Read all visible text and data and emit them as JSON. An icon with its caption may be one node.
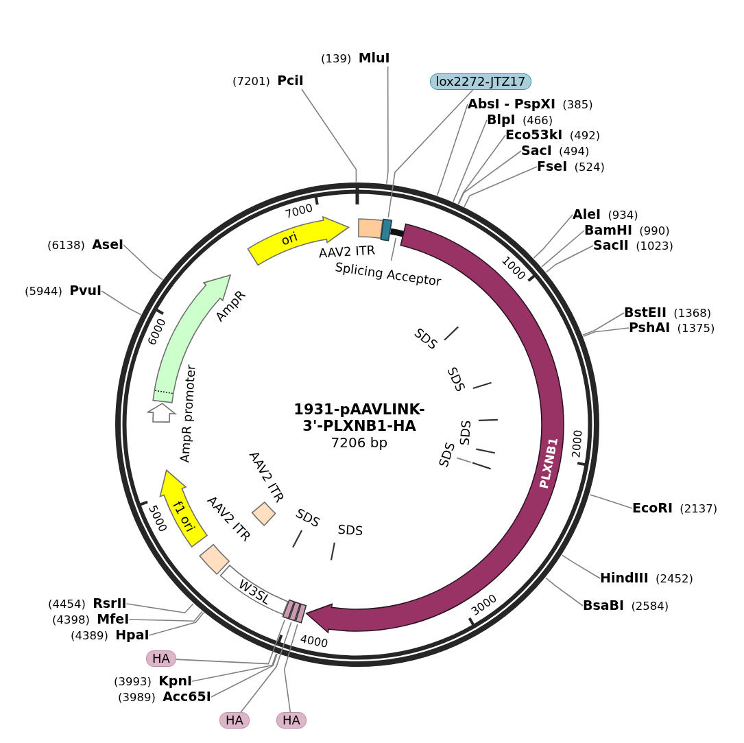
{
  "diagram": {
    "title": "1931-pAAVLINK-3'-PLXNB1-HA",
    "nodes": [
      {
        "text": [
          "(7201) **PciI**"
        ]
      },
      {
        "text": [
          "(139) **MluI**"
        ]
      },
      {
        "text": [
          "lox2272-JTZ17"
        ]
      },
      {
        "text": [
          "**AbsI - PspXI** (385)"
        ]
      },
      {
        "text": [
          "**BlpI** (466)"
        ]
      },
      {
        "text": [
          "**Eco53kI** (492)"
        ]
      },
      {
        "text": [
          "**SacI** (494)"
        ]
      },
      {
        "text": [
          "**FseI** (524)"
        ]
      },
      {
        "text": [
          "**AleI** (934)"
        ]
      },
      {
        "text": [
          "**BamHI** (990)"
        ]
      },
      {
        "text": [
          "**SacII** (1023)"
        ]
      },
      {
        "text": [
          "**BstEII** (1368)"
        ]
      },
      {
        "text": [
          "**PshAI** (1375)"
        ]
      },
      {
        "text": [
          "**EcoRI** (2137)"
        ]
      },
      {
        "text": [
          "**HindIII** (2452)"
        ]
      },
      {
        "text": [
          "**BsaBI** (2584)"
        ]
      },
      {
        "text": [
          "HA"
        ]
      },
      {
        "text": [
          "HA"
        ]
      },
      {
        "text": [
          "(3989) **Acc65I**"
        ]
      },
      {
        "text": [
          "(3993) **KpnI**"
        ]
      },
      {
        "text": [
          "HA"
        ]
      },
      {
        "text": [
          "(4389) **HpaI**"
        ]
      },
      {
        "text": [
          "(4398) **MfeI**"
        ]
      },
      {
        "text": [
          "(4454) **RsrII**"
        ]
      },
      {
        "text": [
          "(5944) **PvuI**"
        ]
      },
      {
        "text": [
          "(6138) **AseI**"
        ]
      },
      {
        "text": [
          "ori"
        ]
      },
      {
        "text": [
          "AAV2 ITR"
        ]
      },
      {
        "text": [],
        "shape": "box"
      },
      {
        "text": [],
        "shape": "bar"
      },
      {
        "text": [
          "Splicing Acceptor"
        ]
      },
      {
        "text": [
          "PLXNB1"
        ]
      },
      {
        "text": [
          "SDS"
        ]
      },
      {
        "text": [
          "SDS"
        ]
      },
      {
        "text": [
          "SDS"
        ]
      },
      {
        "text": [],
        "shape": "bar"
      },
      {
        "text": [
          "SDS"
        ]
      },
      {
        "text": [],
        "shape": "bar"
      },
      {
        "text": [
          "SDS"
        ]
      },
      {
        "text": [
          "SDS"
        ]
      },
      {
        "text": [],
        "shape": "box"
      },
      {
        "text": [],
        "shape": "box"
      },
      {
        "text": [],
        "shape": "box"
      },
      {
        "text": [
          "W3SL"
        ]
      },
      {
        "text": [
          "AAV2 ITR"
        ]
      },
      {
        "text": [
          "f1 ori"
        ]
      },
      {
        "text": [
          "AmpR promoter"
        ]
      },
      {
        "text": [
          "AmpR"
        ]
      },
      {
        "text": [
          "AAV2 ITR"
        ]
      }
    ],
    "edges": [
      {
        "from": 0,
        "to": null,
        "arrow": "none"
      },
      {
        "from": 1,
        "to": null,
        "arrow": "none"
      },
      {
        "from": 2,
        "to": 28,
        "arrow": "none"
      },
      {
        "from": 3,
        "to": null,
        "arrow": "none"
      },
      {
        "from": 4,
        "to": null,
        "arrow": "none"
      },
      {
        "from": 5,
        "to": null,
        "arrow": "none"
      },
      {
        "from": 6,
        "to": null,
        "arrow": "none"
      },
      {
        "from": 7,
        "to": null,
        "arrow": "none"
      },
      {
        "from": 8,
        "to": null,
        "arrow": "none"
      },
      {
        "from": 9,
        "to": null,
        "arrow": "none"
      },
      {
        "from": 10,
        "to": null,
        "arrow": "none"
      },
      {
        "from": 11,
        "to": null,
        "arrow": "none"
      },
      {
        "from": 12,
        "to": null,
        "arrow": "none"
      },
      {
        "from": 13,
        "to": null,
        "arrow": "none"
      },
      {
        "from": 14,
        "to": null,
        "arrow": "none"
      },
      {
        "from": 15,
        "to": null,
        "arrow": "none"
      },
      {
        "from": 16,
        "to": 42,
        "arrow": "none"
      },
      {
        "from": 17,
        "to": 41,
        "arrow": "none"
      },
      {
        "from": 18,
        "to": null,
        "arrow": "none"
      },
      {
        "from": 19,
        "to": null,
        "arrow": "none"
      },
      {
        "from": 20,
        "to": 40,
        "arrow": "none"
      },
      {
        "from": 21,
        "to": null,
        "arrow": "none"
      },
      {
        "from": 22,
        "to": null,
        "arrow": "none"
      },
      {
        "from": 23,
        "to": null,
        "arrow": "none"
      },
      {
        "from": 24,
        "to": null,
        "arrow": "none"
      },
      {
        "from": 25,
        "to": null,
        "arrow": "none"
      },
      {
        "from": 30,
        "to": 29,
        "arrow": "none"
      },
      {
        "from": 36,
        "to": 37,
        "arrow": "none"
      }
    ],
    "labels": [
      "7000",
      "1000",
      "6000",
      "7206 bp",
      "2000",
      "5000",
      "3000",
      "4000"
    ]
  }
}
